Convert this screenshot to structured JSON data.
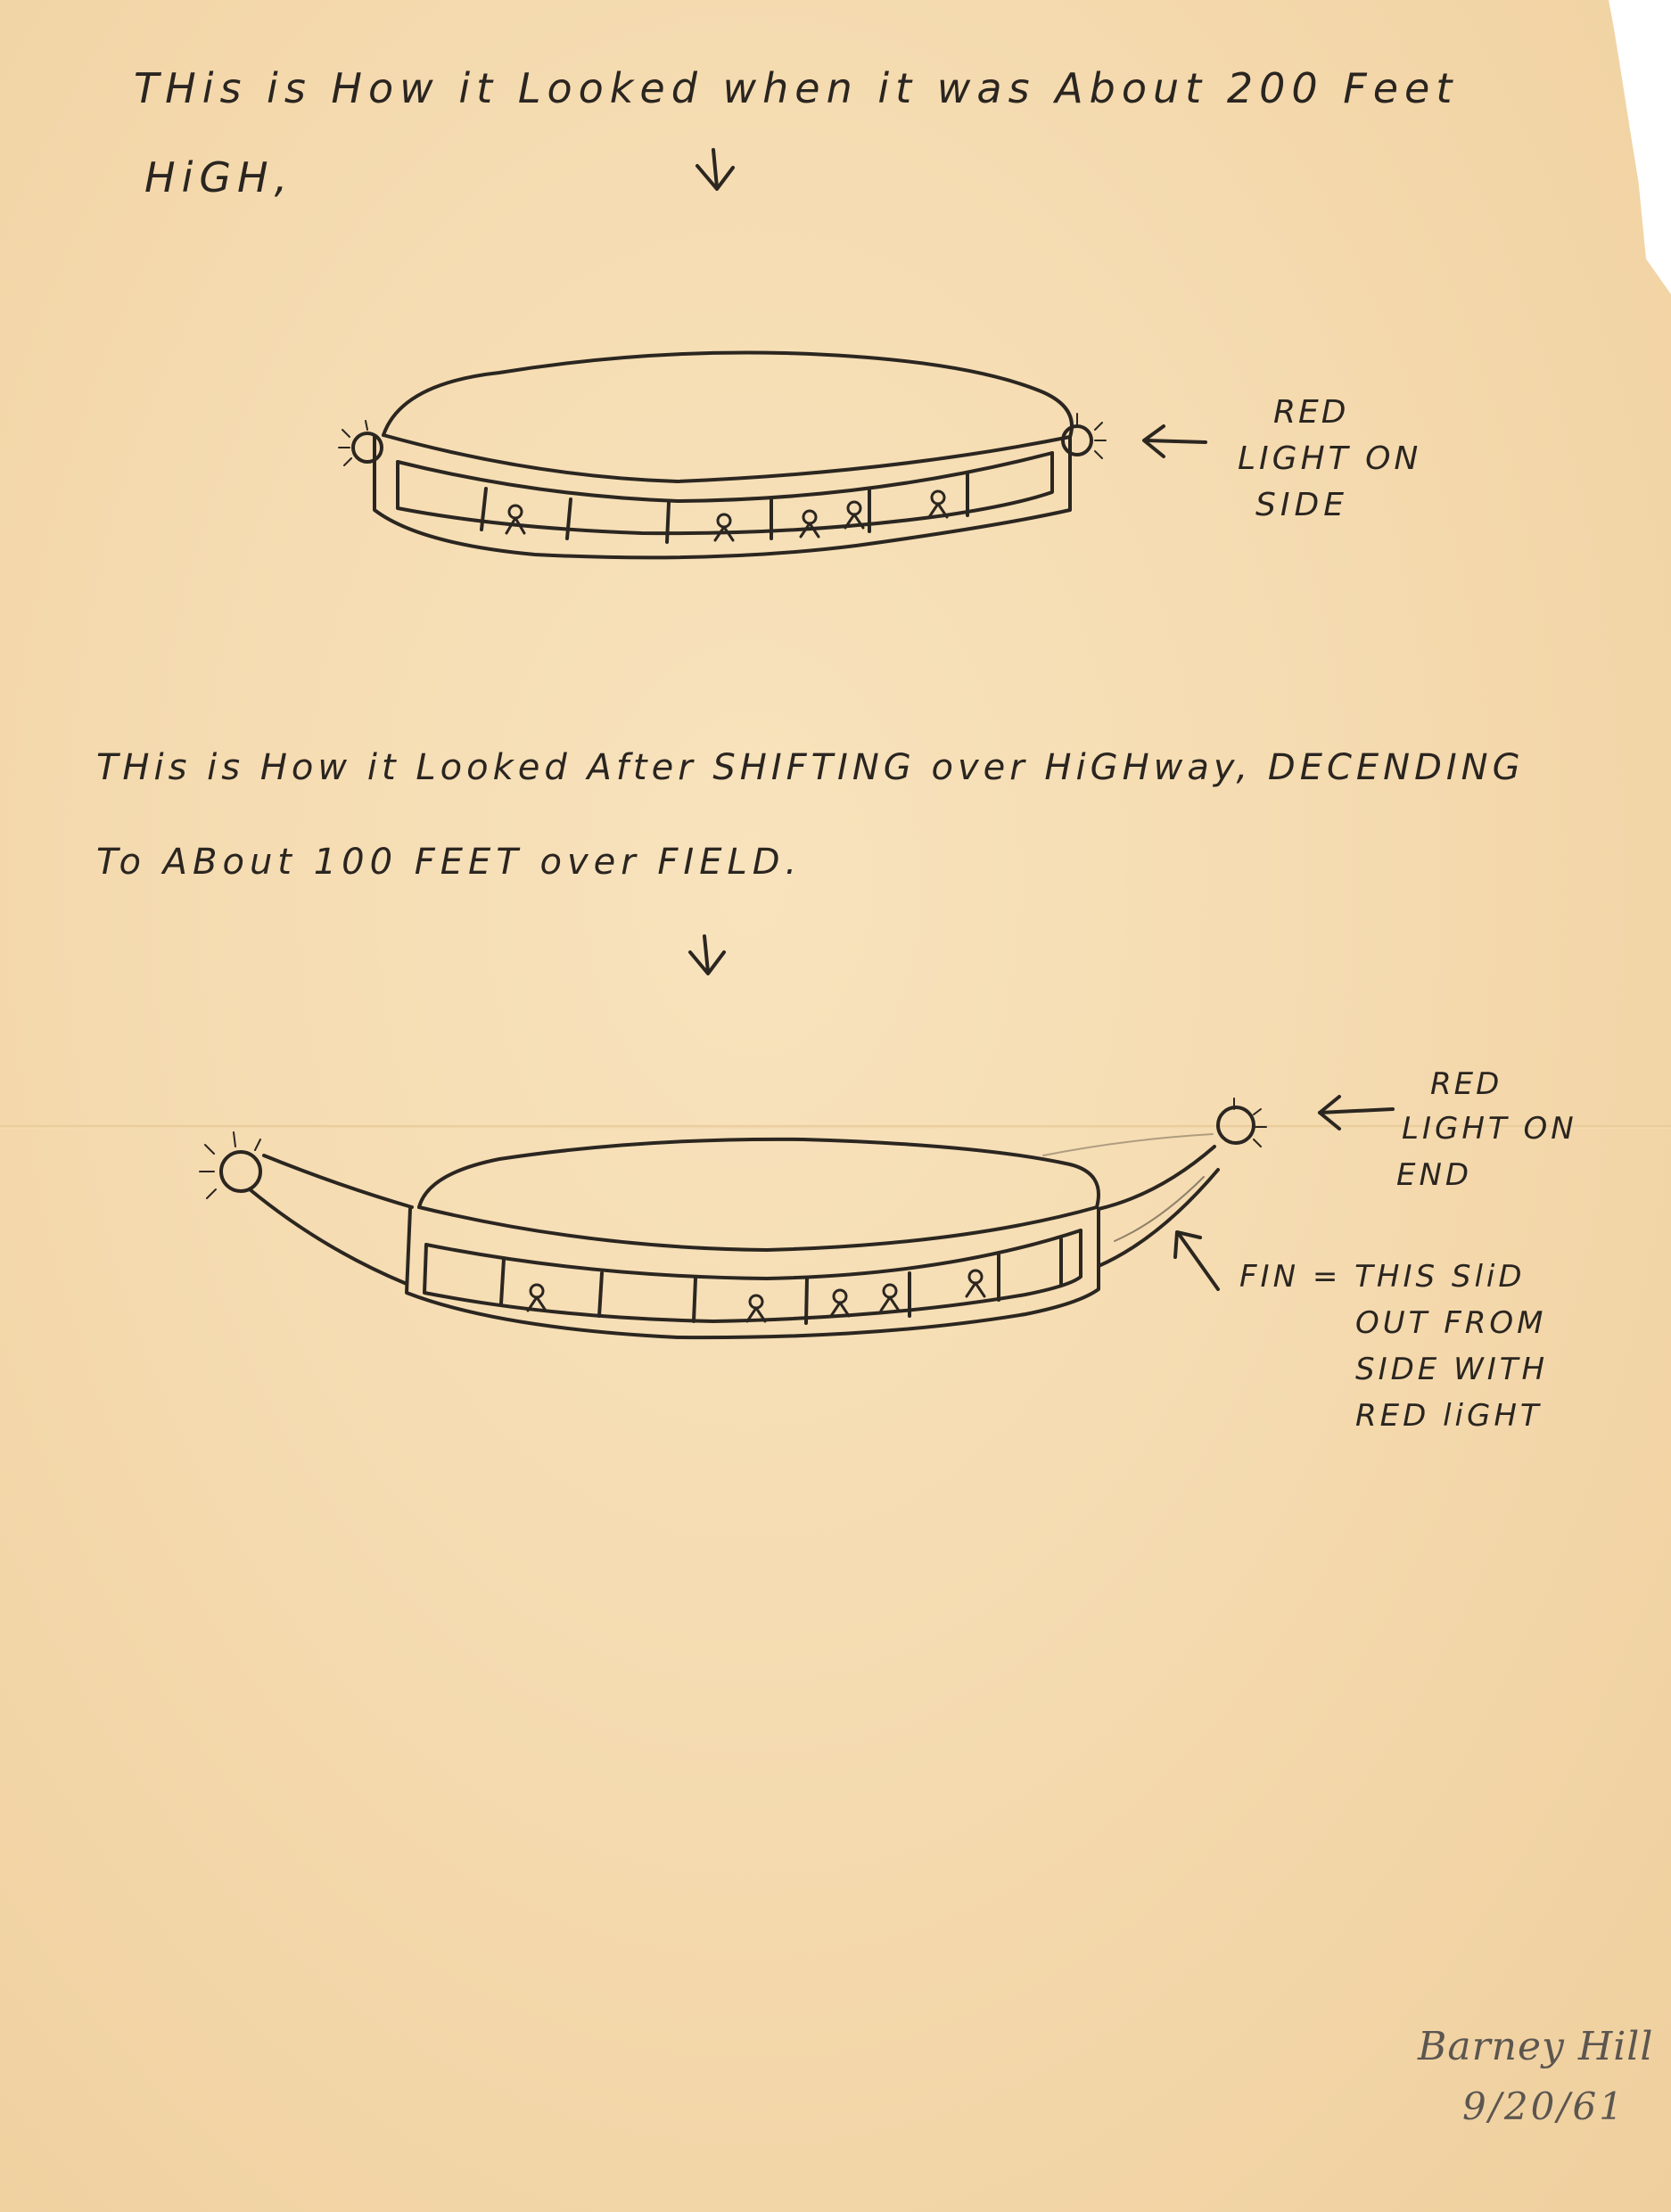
{
  "notes": {
    "caption_1_line_1": "THis is How it Looked when it was About 200 Feet",
    "caption_1_line_2": "HiGH,",
    "label_1": [
      "RED",
      "LIGHT ON",
      "SIDE"
    ],
    "caption_2_line_1": "THis is How it Looked After SHIFTING over HiGHway, DECENDING",
    "caption_2_line_2": "To ABout 100 FEET over FIELD.",
    "label_2": [
      "RED",
      "LIGHT ON",
      "END"
    ],
    "label_3": [
      "FIN = THIS SliD",
      "OUT FROM",
      "SIDE WITH",
      "RED liGHT"
    ]
  },
  "signature": {
    "name": "Barney Hill",
    "date": "9/20/61"
  }
}
